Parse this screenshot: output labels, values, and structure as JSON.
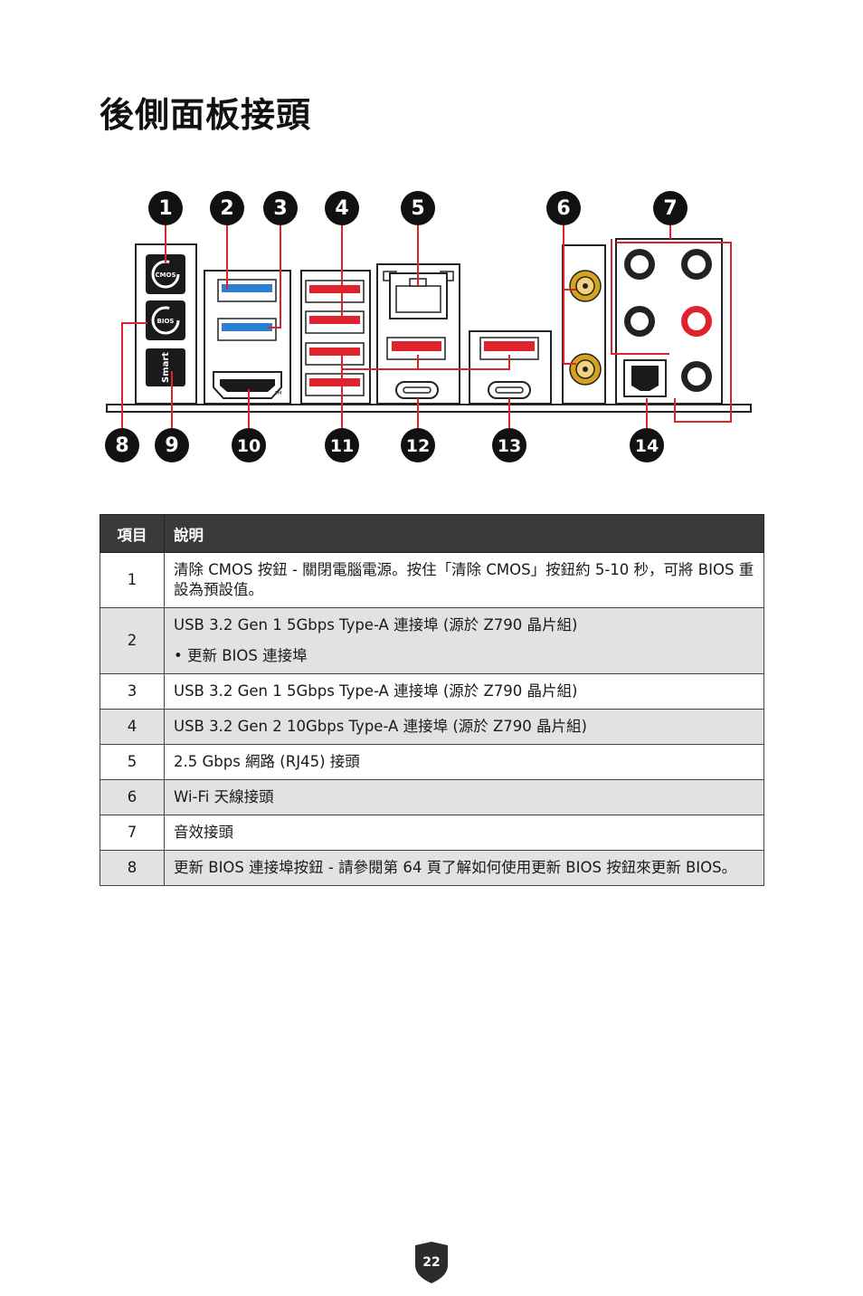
{
  "title": "後側面板接頭",
  "diagram": {
    "callouts": [
      "1",
      "2",
      "3",
      "4",
      "5",
      "6",
      "7",
      "8",
      "9",
      "10",
      "11",
      "12",
      "13",
      "14"
    ],
    "button_labels": {
      "cmos": "CMOS",
      "bios": "BIOS",
      "smart": "Smart"
    },
    "hdmi_mark": "TM",
    "colors": {
      "callout": "#111111",
      "leader": "#e0222d",
      "usb_red": "#e0222d",
      "usb_blue": "#2a7fd4",
      "wifi_gold": "#d4a21c"
    }
  },
  "table": {
    "headers": [
      "項目",
      "說明"
    ],
    "rows": [
      {
        "num": "1",
        "lines": [
          "清除 CMOS 按鈕 - 關閉電腦電源。按住「清除 CMOS」按鈕約 5-10 秒，可將 BIOS 重設為預設值。"
        ]
      },
      {
        "num": "2",
        "lines": [
          "USB 3.2 Gen 1 5Gbps Type-A 連接埠 (源於 Z790 晶片組)"
        ],
        "bullet": "• 更新 BIOS 連接埠"
      },
      {
        "num": "3",
        "lines": [
          "USB 3.2 Gen 1 5Gbps Type-A 連接埠 (源於 Z790 晶片組)"
        ]
      },
      {
        "num": "4",
        "lines": [
          "USB 3.2 Gen 2 10Gbps Type-A 連接埠 (源於 Z790 晶片組)"
        ]
      },
      {
        "num": "5",
        "lines": [
          "2.5 Gbps 網路 (RJ45) 接頭"
        ]
      },
      {
        "num": "6",
        "lines": [
          "Wi-Fi 天線接頭"
        ]
      },
      {
        "num": "7",
        "lines": [
          "音效接頭"
        ]
      },
      {
        "num": "8",
        "lines": [
          "更新 BIOS 連接埠按鈕 - 請參閱第 64 頁了解如何使用更新 BIOS 按鈕來更新 BIOS。"
        ]
      }
    ]
  },
  "page_number": "22"
}
